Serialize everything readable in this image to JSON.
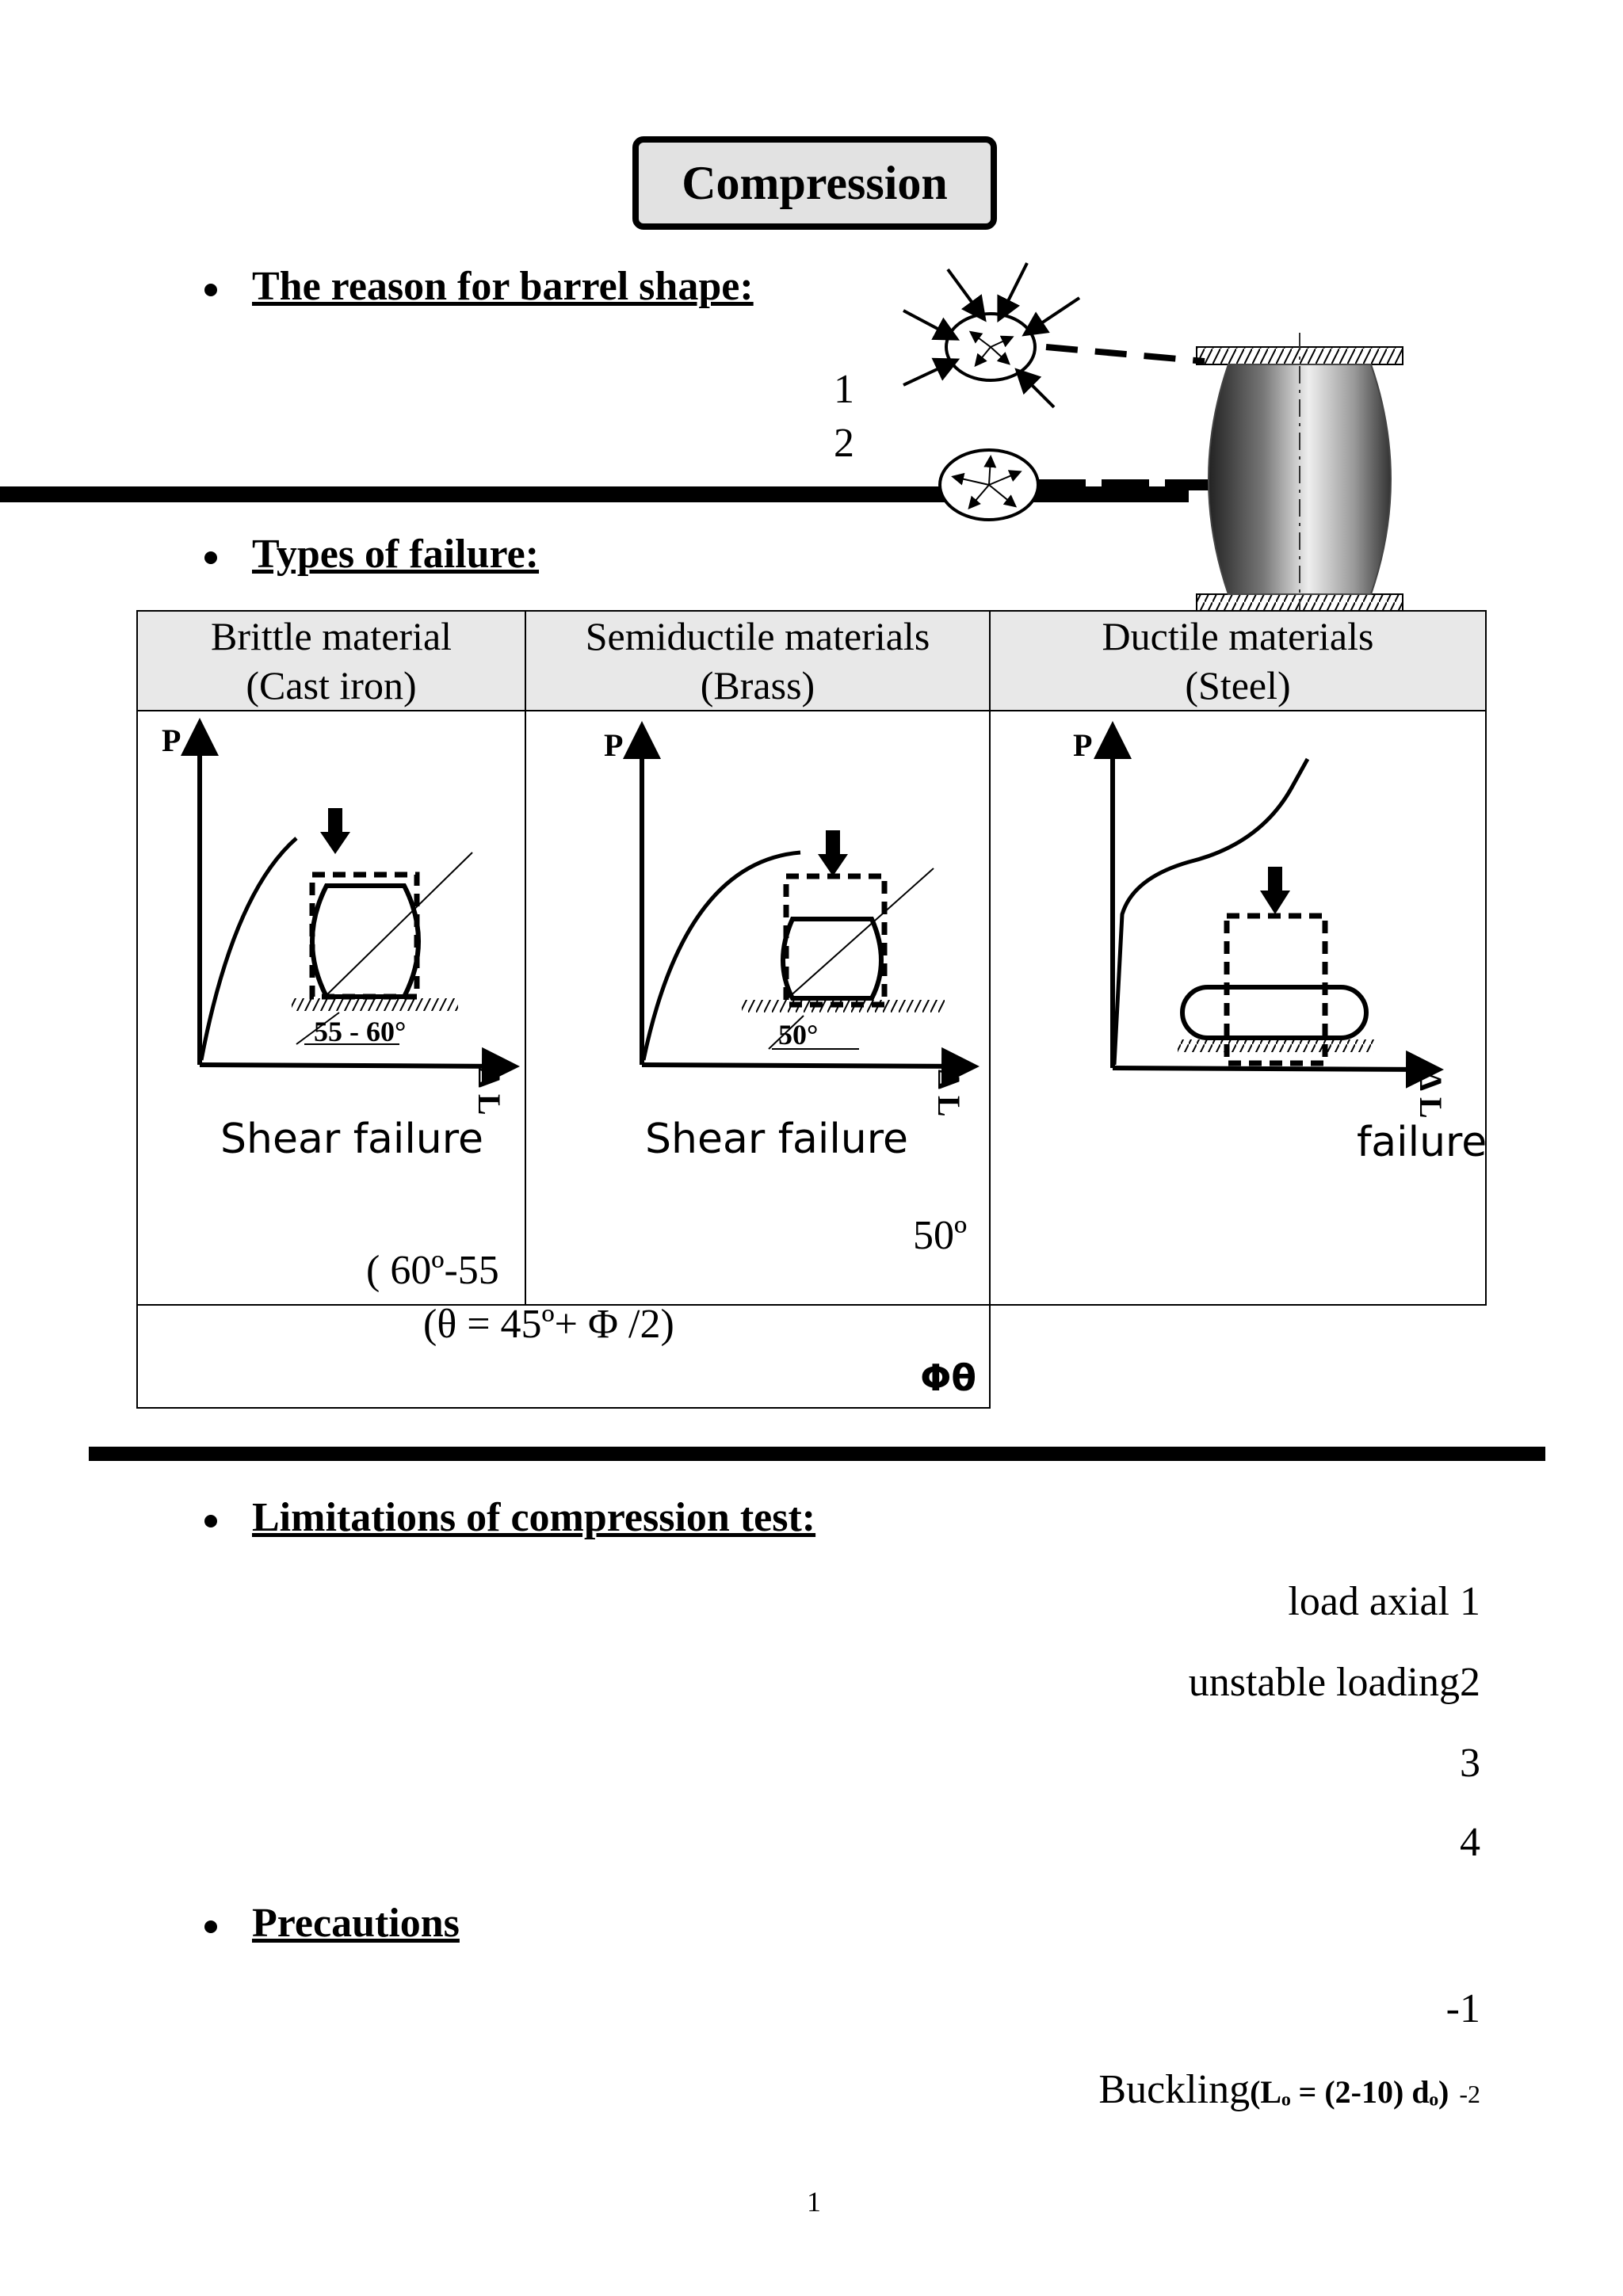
{
  "title": "Compression",
  "sections": {
    "barrel": {
      "heading": "The reason for barrel shape:",
      "items": [
        "1",
        "2"
      ]
    },
    "failure": {
      "heading": "Types of failure:",
      "columns": [
        {
          "header_line1": "Brittle material",
          "header_line2": "(Cast iron)",
          "y_axis": "P",
          "x_axis": "Δ L",
          "angle_label": "55 - 60°",
          "caption": "Shear failure",
          "note": "( 60º-55"
        },
        {
          "header_line1": "Semiductile materials",
          "header_line2": "(Brass)",
          "y_axis": "P",
          "x_axis": "Δ L",
          "angle_label": "50°",
          "caption": "Shear failure",
          "note": "50º"
        },
        {
          "header_line1": "Ductile materials",
          "header_line2": "(Steel)",
          "y_axis": "P",
          "x_axis": "Δ L",
          "caption": "failure"
        }
      ],
      "footer_formula": "(θ = 45º+ Φ /2)",
      "footer_symbols": "Φθ"
    },
    "limitations": {
      "heading": "Limitations of compression test:",
      "items": [
        "load  axial 1",
        "unstable loading2",
        "3",
        "4"
      ]
    },
    "precautions": {
      "heading": "Precautions",
      "item1": "-1",
      "item2_text": "Buckling",
      "item2_formula": "(Lₒ = (2-10) dₒ)",
      "item2_num": "-2"
    }
  },
  "page_number": "1"
}
